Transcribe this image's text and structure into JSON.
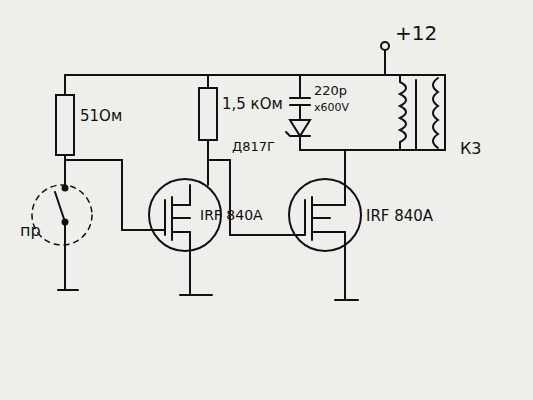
{
  "diagram": {
    "labels": [
      "+12",
      "51Ом",
      "1,5 кОм",
      "220р",
      "х600V",
      "Д817Г",
      "пр",
      "IRF 840A",
      "IRF 840A",
      "К3"
    ]
  }
}
